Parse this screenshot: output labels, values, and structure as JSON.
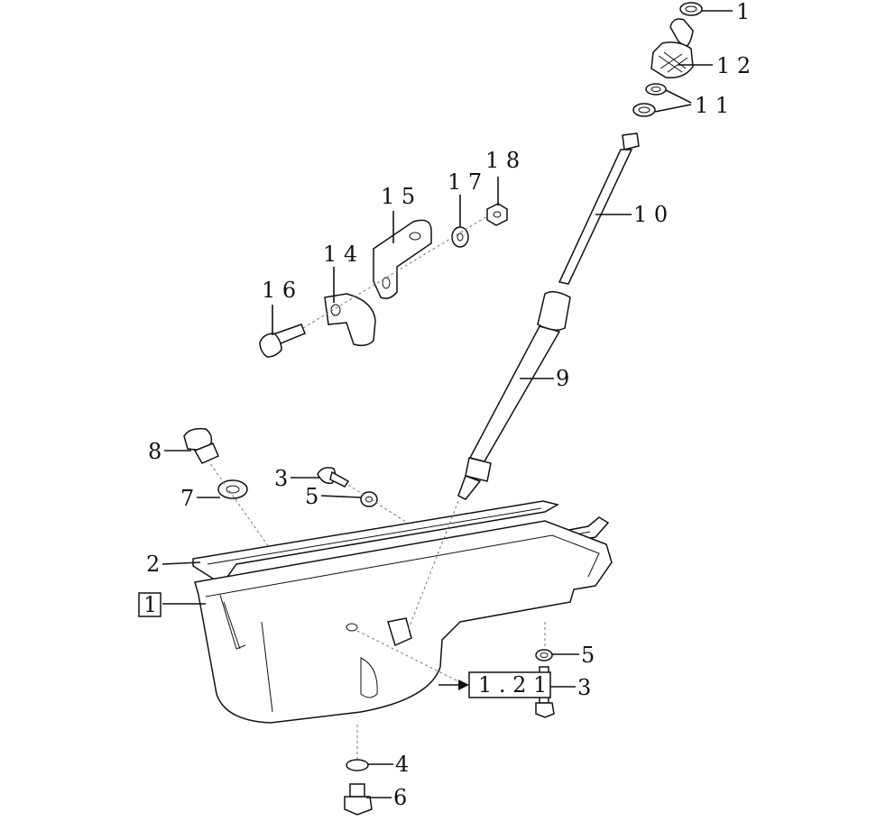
{
  "callouts": {
    "c1": "1",
    "c12": "1 2",
    "c11": "1 1",
    "c18": "1 8",
    "c17": "1 7",
    "c15": "1 5",
    "c10": "1 0",
    "c14": "1 4",
    "c16": "1 6",
    "c9": "9",
    "c8": "8",
    "c3a": "3",
    "c5a": "5",
    "c7": "7",
    "c2": "2",
    "c4": "4",
    "c6": "6",
    "c5b": "5",
    "c3b": "3"
  },
  "boxed_refs": {
    "box1": "1",
    "box12": "1 . 2 1"
  }
}
